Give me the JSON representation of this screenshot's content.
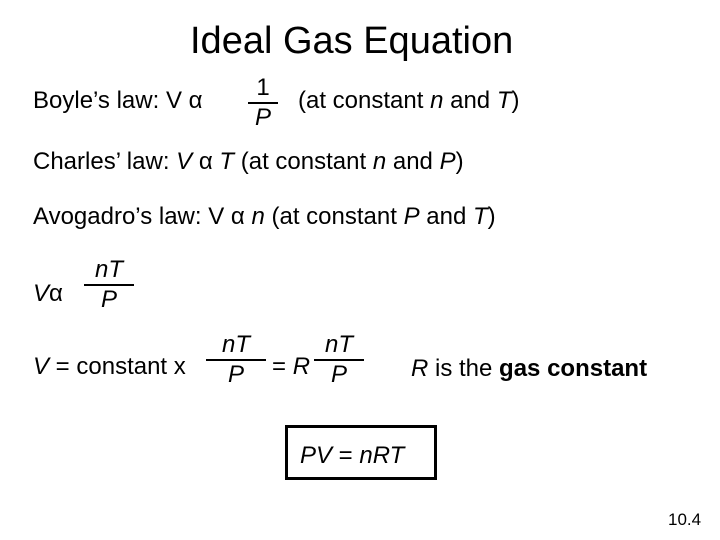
{
  "title": "Ideal Gas Equation",
  "boyle": {
    "label": "Boyle’s law:  V ",
    "alpha": "α",
    "frac_num": "1",
    "frac_den": "P",
    "condition_a": "(at constant ",
    "n": "n",
    "and": " and ",
    "T": "T",
    "close": ")"
  },
  "charles": {
    "label": "Charles’ law:  ",
    "V": "V",
    "alpha": " α ",
    "T": "T",
    "condition_a": "  (at constant ",
    "n": "n",
    "and": " and ",
    "P": "P",
    "close": ")"
  },
  "avogadro": {
    "label": "Avogadro’s law:  V ",
    "alpha": "α ",
    "n": "n",
    "condition_a": "  (at constant ",
    "P": "P",
    "and": " and ",
    "T": "T",
    "close": ")"
  },
  "combined": {
    "V": "V",
    "alpha": "α",
    "frac_num": "nT",
    "frac_den": "P"
  },
  "constant_line": {
    "V": "V",
    "equals_constant": " = constant x",
    "frac1_num": "nT",
    "frac1_den": "P",
    "equals": "=",
    "R": "R",
    "frac2_num": "nT",
    "frac2_den": "P"
  },
  "gas_constant": {
    "R": "R",
    "is_the": " is the ",
    "bold": "gas constant"
  },
  "ideal_gas_law": {
    "PV": "PV",
    "eq": " = ",
    "nRT": "nRT"
  },
  "slide_number": "10.4"
}
